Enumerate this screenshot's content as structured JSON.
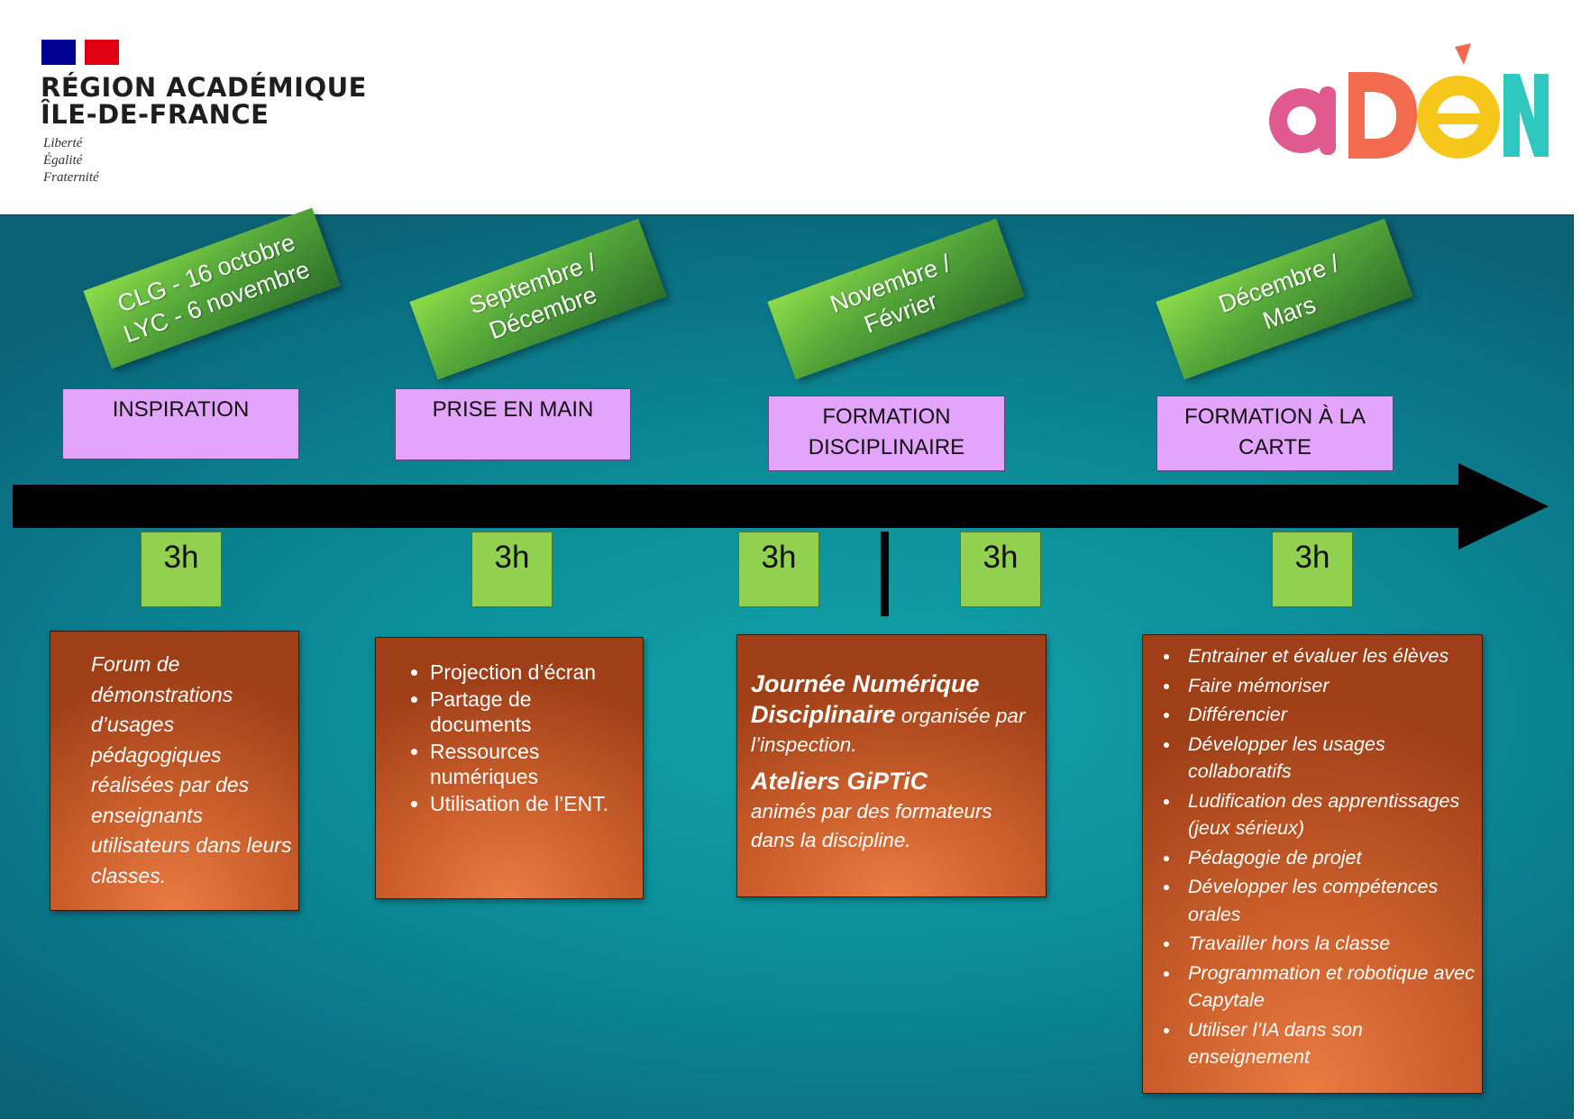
{
  "header": {
    "region_line1": "RÉGION ACADÉMIQUE",
    "region_line2": "ÎLE-DE-FRANCE",
    "motto": [
      "Liberté",
      "Égalité",
      "Fraternité"
    ],
    "logo_text": "aDéN",
    "colors": {
      "flag_blue": "#000091",
      "flag_red": "#e1000f"
    }
  },
  "timeline": {
    "periods": [
      {
        "label": "CLG - 16 octobre\nLYC - 6 novembre"
      },
      {
        "label": "Septembre /\nDécembre"
      },
      {
        "label": "Novembre /\nFévrier"
      },
      {
        "label": "Décembre  /\nMars"
      }
    ],
    "phases": [
      {
        "label": "INSPIRATION"
      },
      {
        "label": "PRISE EN MAIN"
      },
      {
        "label": "FORMATION\nDISCIPLINAIRE"
      },
      {
        "label": "FORMATION À LA\nCARTE"
      }
    ],
    "hours": [
      "3h",
      "3h",
      "3h",
      "3h",
      "3h"
    ],
    "colors": {
      "banner": "#55a83a",
      "phase": "#e3a4fb",
      "hour": "#92d050",
      "content": "#c85d2a",
      "background": "#0c8d98"
    }
  },
  "content": {
    "inspiration": "Forum de démonstrations d’usages pédagogiques réalisées par des enseignants utilisateurs dans leurs classes.",
    "prise_en_main": [
      "Projection d’écran",
      "Partage de documents",
      "Ressources numériques",
      "Utilisation de l’ENT."
    ],
    "formation_disciplinaire": {
      "p1_bold": "Journée Numérique Disciplinaire",
      "p1_rest": " organisée par l’inspection.",
      "p2_bold": "Ateliers GiPTiC",
      "p2_rest": "animés par des formateurs dans la discipline."
    },
    "formation_carte": [
      "Entrainer et évaluer les élèves",
      "Faire mémoriser",
      "Différencier",
      "Développer les usages collaboratifs",
      "Ludification des apprentissages (jeux sérieux)",
      "Pédagogie de projet",
      "Développer les compétences orales",
      "Travailler hors la classe",
      "Programmation et robotique avec Capytale",
      "Utiliser l’IA dans son enseignement"
    ]
  }
}
